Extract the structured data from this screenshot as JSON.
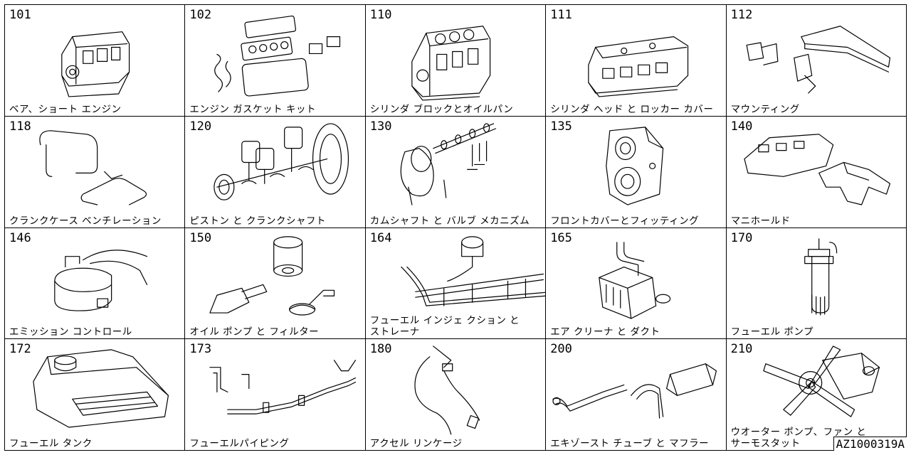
{
  "parts": [
    {
      "number": "101",
      "label": "ベア、ショート エンジン",
      "icon": "short-engine"
    },
    {
      "number": "102",
      "label": "エンジン ガスケット キット",
      "icon": "gasket-kit"
    },
    {
      "number": "110",
      "label": "シリンダ ブロックとオイルパン",
      "icon": "cylinder-block"
    },
    {
      "number": "111",
      "label": "シリンダ ヘッド と ロッカー カバー",
      "icon": "cylinder-head"
    },
    {
      "number": "112",
      "label": "マウンティング",
      "icon": "mounting"
    },
    {
      "number": "118",
      "label": "クランクケース ベンチレーション",
      "icon": "ventilation-hose"
    },
    {
      "number": "120",
      "label": "ピストン と クランクシャフト",
      "icon": "piston-crankshaft"
    },
    {
      "number": "130",
      "label": "カムシャフト と バルブ メカニズム",
      "icon": "camshaft-valve"
    },
    {
      "number": "135",
      "label": "フロントカバーとフィッティング",
      "icon": "front-cover"
    },
    {
      "number": "140",
      "label": "マニホールド",
      "icon": "manifold"
    },
    {
      "number": "146",
      "label": "エミッション コントロール",
      "icon": "emission-control"
    },
    {
      "number": "150",
      "label": "オイル ポンプ と フィルター",
      "icon": "oil-pump-filter"
    },
    {
      "number": "164",
      "label": "フューエル インジェ クション と\n ストレーナ",
      "icon": "fuel-injection"
    },
    {
      "number": "165",
      "label": "エア クリーナ と ダクト",
      "icon": "air-cleaner"
    },
    {
      "number": "170",
      "label": "フューエル ポンプ",
      "icon": "fuel-pump"
    },
    {
      "number": "172",
      "label": "フューエル タンク",
      "icon": "fuel-tank"
    },
    {
      "number": "173",
      "label": "フューエルパイピング",
      "icon": "fuel-piping"
    },
    {
      "number": "180",
      "label": "アクセル リンケージ",
      "icon": "accel-linkage"
    },
    {
      "number": "200",
      "label": "エキゾースト チューブ と マフラー",
      "icon": "exhaust-muffler"
    },
    {
      "number": "210",
      "label": "ウオーター ポンプ、ファン と\nサーモスタット",
      "icon": "water-pump-fan"
    }
  ],
  "drawing_code": "AZ1000319A"
}
